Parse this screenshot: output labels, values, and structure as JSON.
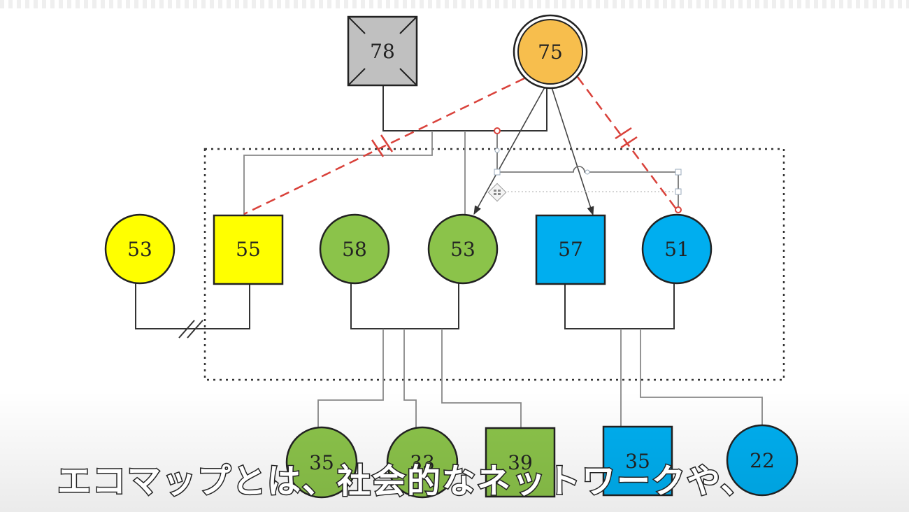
{
  "colors": {
    "grey": "#c0c0c0",
    "orange": "#f7be4d",
    "yellow": "#ffff00",
    "green": "#8bc34a",
    "blue": "#00aeef",
    "red_dash": "#d9413a"
  },
  "nodes": {
    "gf": "78",
    "gm": "75",
    "yellow_woman": "53",
    "yellow_man": "55",
    "green_man": "58",
    "green_woman": "53",
    "blue_man": "57",
    "blue_woman": "51",
    "child_1": "35",
    "child_2": "33",
    "child_3": "39",
    "child_4": "35",
    "child_5": "22"
  },
  "subtitle": "エコマップとは、社会的なネットワークや、"
}
